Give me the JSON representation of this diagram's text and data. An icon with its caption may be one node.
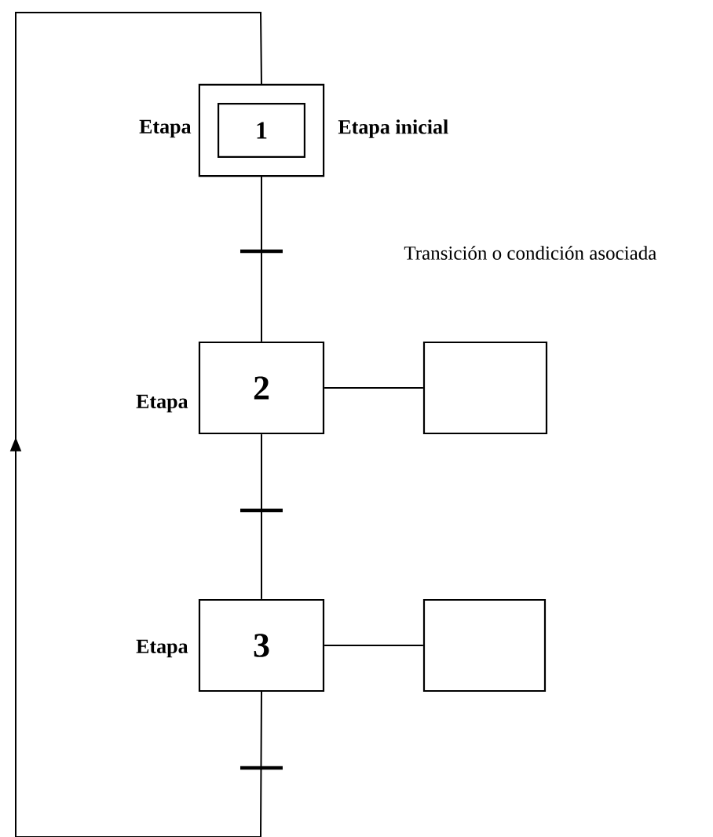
{
  "diagram": {
    "nodes": [
      {
        "text": [
          "1"
        ],
        "beside": [
          "Etapa",
          "Etapa inicial"
        ]
      },
      {
        "text": [
          "2"
        ],
        "beside": [
          "Etapa"
        ]
      },
      {
        "text": [],
        "shape": "box"
      },
      {
        "text": [
          "3"
        ],
        "beside": [
          "Etapa"
        ]
      },
      {
        "text": [],
        "shape": "box"
      }
    ],
    "edges": [
      {
        "from": 0,
        "to": 1,
        "arrow": "none"
      },
      {
        "from": 1,
        "to": 2,
        "arrow": "none"
      },
      {
        "from": 1,
        "to": 3,
        "arrow": "none"
      },
      {
        "from": 3,
        "to": 4,
        "arrow": "none"
      },
      {
        "from": 3,
        "to": 0,
        "arrow": "to"
      }
    ],
    "labels": [
      "Transición o condición asociada"
    ]
  }
}
